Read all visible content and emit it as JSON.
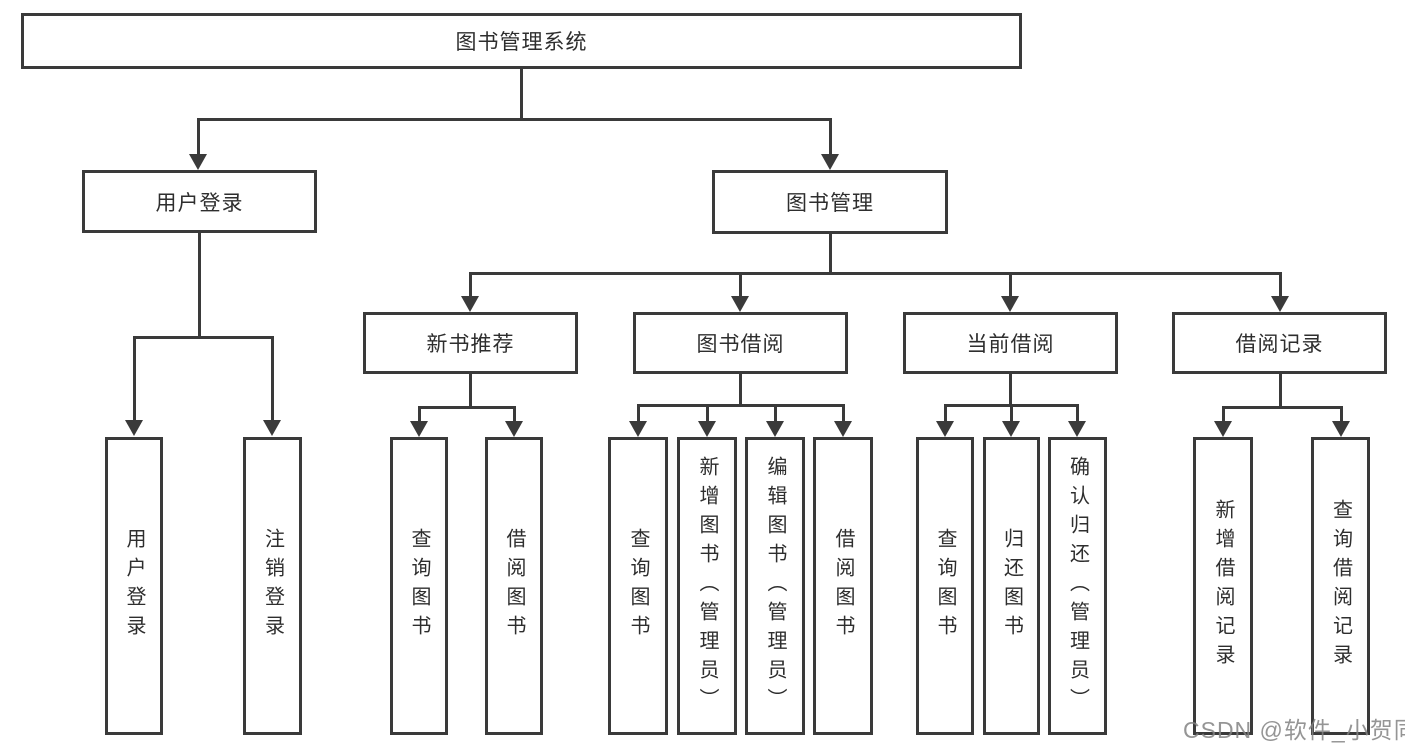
{
  "diagram_title": "图书管理系统",
  "tree": {
    "root": "图书管理系统",
    "branches": {
      "user_login": "用户登录",
      "book_mgmt": "图书管理"
    },
    "modules": {
      "new_book": "新书推荐",
      "book_borrow": "图书借阅",
      "current_borrow": "当前借阅",
      "borrow_record": "借阅记录"
    },
    "leaves": {
      "user_login_leaf": "用户登录",
      "logout_leaf": "注销登录",
      "nb_query": "查询图书",
      "nb_borrow": "借阅图书",
      "bb_query": "查询图书",
      "bb_add": "新增图书（管理员）",
      "bb_edit": "编辑图书（管理员）",
      "bb_borrow": "借阅图书",
      "cb_query": "查询图书",
      "cb_return": "归还图书",
      "cb_confirm": "确认归还（管理员）",
      "br_add": "新增借阅记录",
      "br_query": "查询借阅记录"
    }
  },
  "watermark": "CSDN @软件_小贺同学",
  "colors": {
    "line": "#3a3a3a",
    "box_border": "#3a3a3a",
    "text": "#2e2e2e",
    "watermark": "#828282",
    "background": "#ffffff"
  }
}
